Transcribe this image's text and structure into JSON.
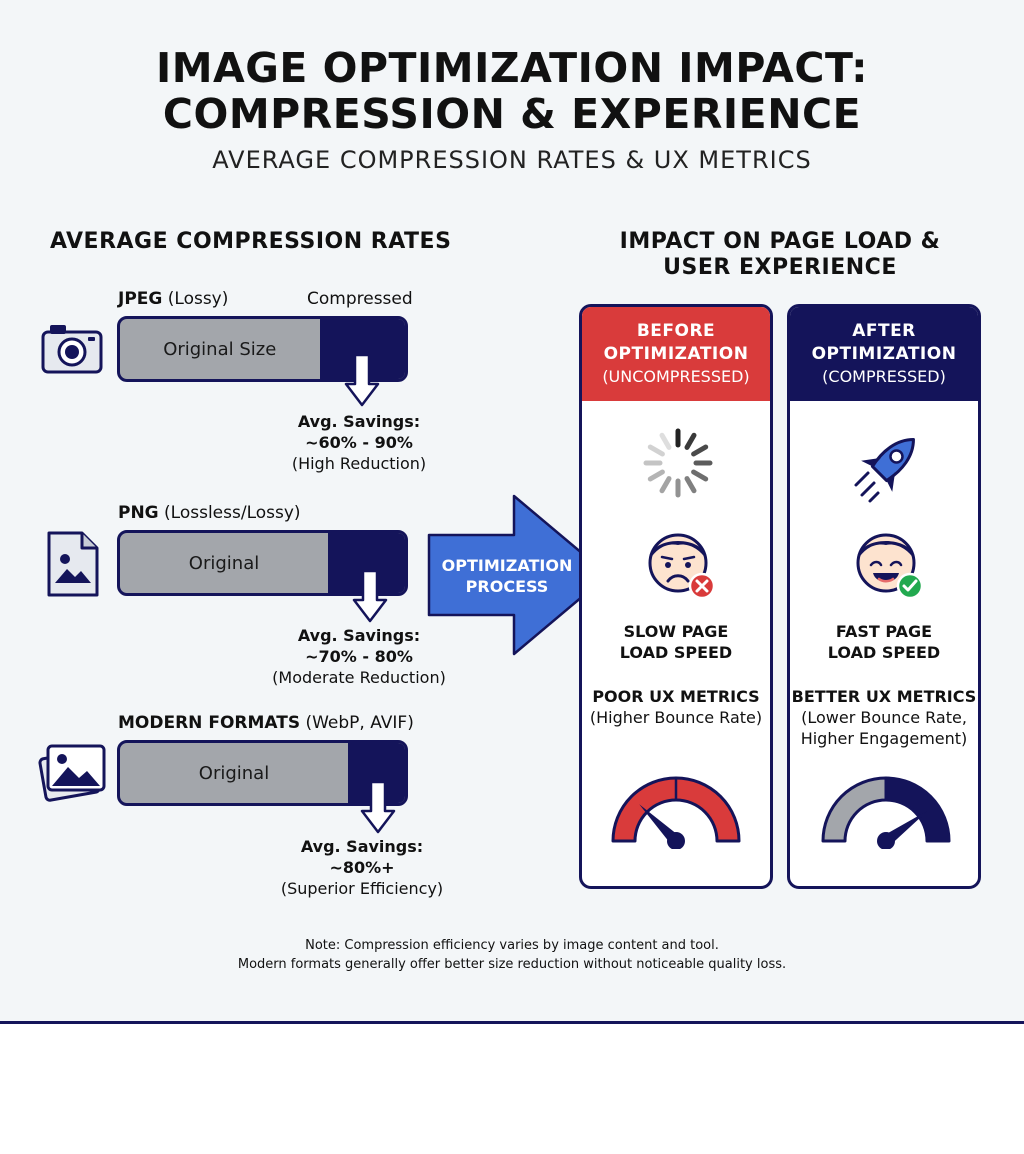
{
  "header": {
    "title_line1": "IMAGE OPTIMIZATION IMPACT:",
    "title_line2": "COMPRESSION & EXPERIENCE",
    "subtitle": "AVERAGE COMPRESSION RATES & UX METRICS"
  },
  "left": {
    "heading": "AVERAGE COMPRESSION RATES",
    "formats": [
      {
        "icon": "camera-icon",
        "name": "JPEG",
        "type": " (Lossy)",
        "compressed_label": "Compressed",
        "bar_label": "Original Size",
        "compressed_fraction": 0.3,
        "savings_title": "Avg. Savings:",
        "savings_range": "~60% - 90%",
        "savings_note": "(High Reduction)"
      },
      {
        "icon": "image-file-icon",
        "name": "PNG",
        "type": " (Lossless/Lossy)",
        "bar_label": "Original",
        "compressed_fraction": 0.27,
        "savings_title": "Avg. Savings:",
        "savings_range": "~70% - 80%",
        "savings_note": "(Moderate Reduction)"
      },
      {
        "icon": "photo-stack-icon",
        "name": "MODERN FORMATS",
        "type": " (WebP, AVIF)",
        "bar_label": "Original",
        "compressed_fraction": 0.2,
        "savings_title": "Avg. Savings:",
        "savings_range": "~80%+",
        "savings_note": "(Superior Efficiency)"
      }
    ]
  },
  "process": {
    "line1": "OPTIMIZATION",
    "line2": "PROCESS"
  },
  "right": {
    "heading_line1": "IMPACT ON PAGE LOAD &",
    "heading_line2": "USER EXPERIENCE",
    "before": {
      "title_line1": "BEFORE",
      "title_line2": "OPTIMIZATION",
      "title_line3": "(UNCOMPRESSED)",
      "speed_line1": "SLOW PAGE",
      "speed_line2": "LOAD SPEED",
      "metrics_title": "POOR UX METRICS",
      "metrics_line1": "(Higher Bounce Rate)",
      "metrics_line2": "",
      "gauge_level": 0.25,
      "color": "#d93b3b",
      "icons": [
        "loading-spinner-icon",
        "sad-face-icon",
        "error-badge-icon",
        "speedometer-slow-icon"
      ]
    },
    "after": {
      "title_line1": "AFTER",
      "title_line2": "OPTIMIZATION",
      "title_line3": "(COMPRESSED)",
      "speed_line1": "FAST PAGE",
      "speed_line2": "LOAD SPEED",
      "metrics_title": "BETTER UX METRICS",
      "metrics_line1": "(Lower Bounce Rate,",
      "metrics_line2": "Higher Engagement)",
      "gauge_level": 0.8,
      "color": "#14145a",
      "icons": [
        "rocket-icon",
        "happy-face-icon",
        "success-badge-icon",
        "speedometer-fast-icon"
      ]
    }
  },
  "note": {
    "line1": "Note: Compression efficiency varies by image content and tool.",
    "line2": "Modern formats generally offer better size reduction without noticeable quality loss."
  },
  "colors": {
    "navy": "#14145a",
    "red": "#d93b3b",
    "gray": "#a3a6ab",
    "blue": "#3f6fd6",
    "green": "#22a94f"
  }
}
